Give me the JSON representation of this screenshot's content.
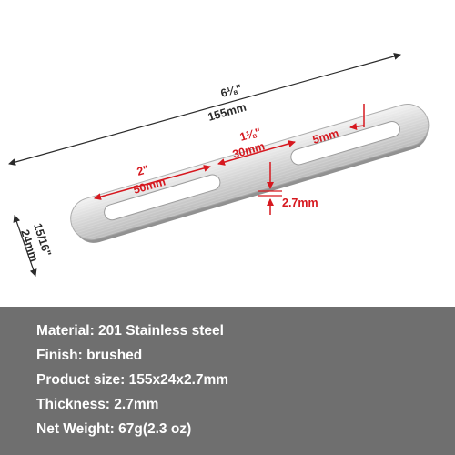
{
  "dimensions": {
    "length_in": "6⅛\"",
    "length_mm": "155mm",
    "width_in": "15/16\"",
    "width_mm": "24mm",
    "slot_length_in": "2\"",
    "slot_length_mm": "50mm",
    "slot_gap_in": "1⅛\"",
    "slot_gap_mm": "30mm",
    "slot_width_mm": "5mm",
    "thickness_mm": "2.7mm"
  },
  "colors": {
    "dimension_red": "#d6181f",
    "dimension_black": "#2a2a2a",
    "spec_panel": "#6f6f6f",
    "spec_text": "#ffffff"
  },
  "specs": [
    "Material: 201 Stainless steel",
    "Finish: brushed",
    "Product size: 155x24x2.7mm",
    "Thickness: 2.7mm",
    "Net Weight: 67g(2.3 oz)"
  ]
}
